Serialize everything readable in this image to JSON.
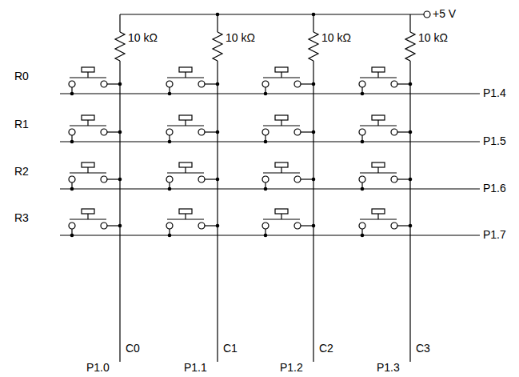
{
  "diagram": {
    "labels": [
      "+5 V",
      "10 kΩ",
      "10 kΩ",
      "10 kΩ",
      "10 kΩ",
      "R0",
      "P1.4",
      "R1",
      "P1.5",
      "R2",
      "P1.6",
      "R3",
      "P1.7",
      "C0",
      "C1",
      "C2",
      "C3",
      "P1.0",
      "P1.1",
      "P1.2",
      "P1.3"
    ]
  }
}
